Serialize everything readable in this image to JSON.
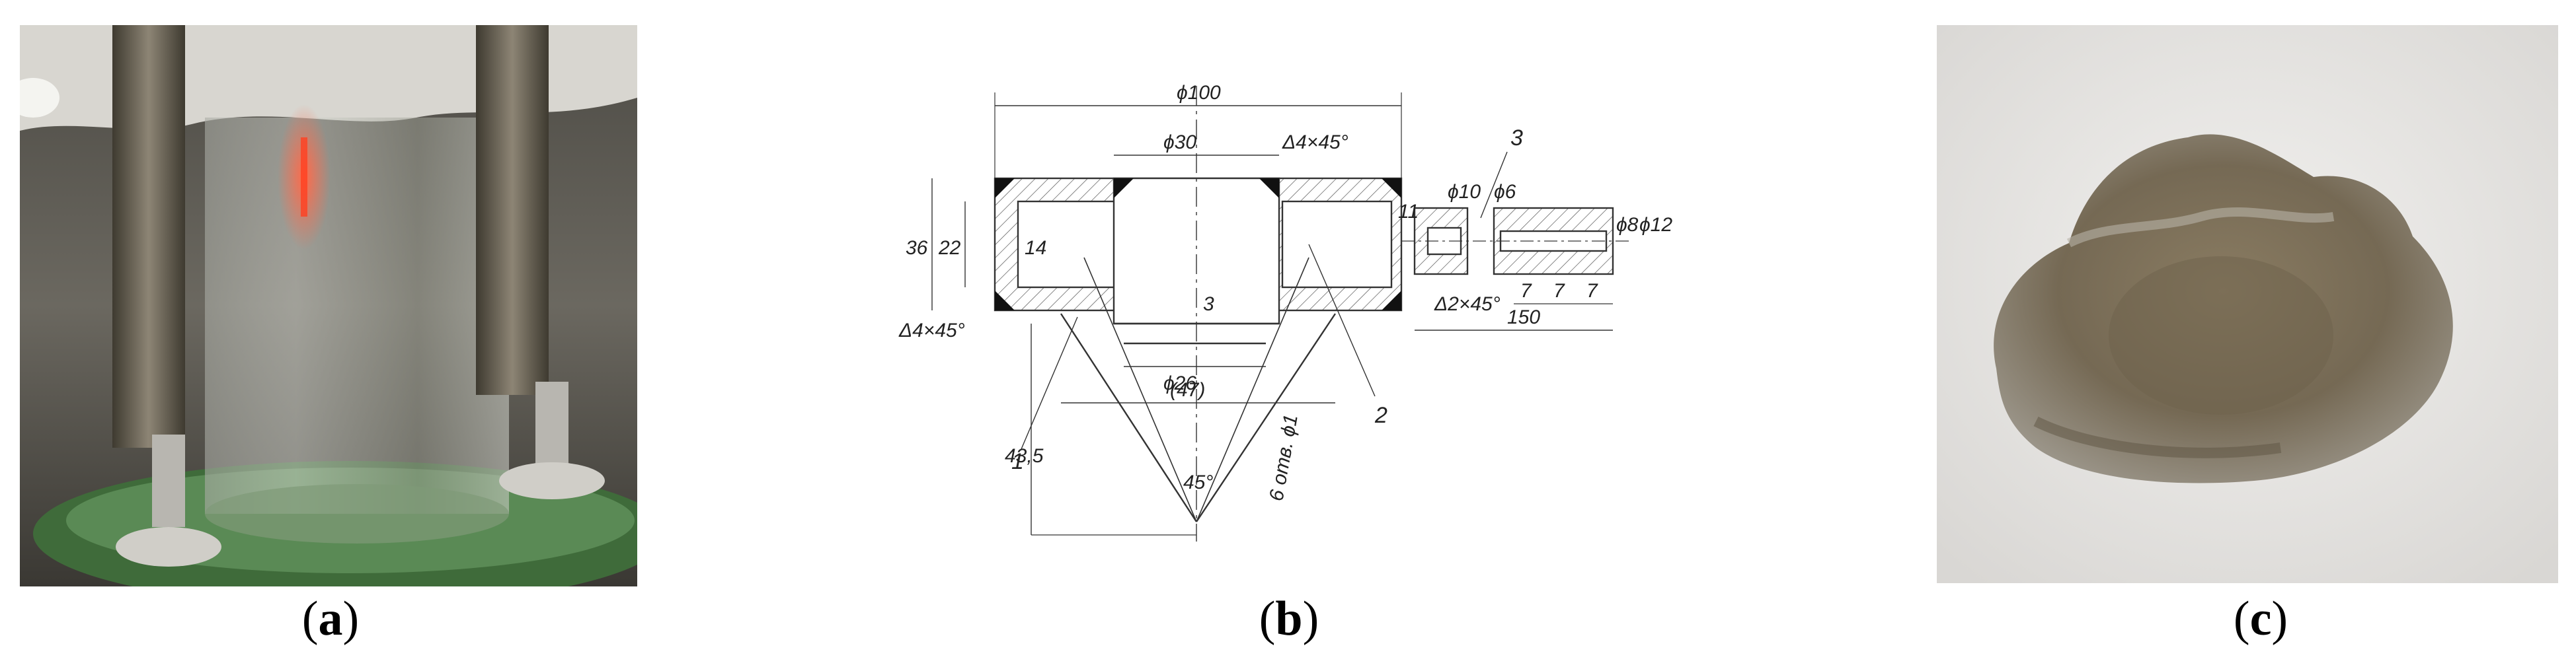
{
  "figure": {
    "panels": [
      {
        "id": "a",
        "caption_open": "(",
        "caption_letter": "a",
        "caption_close": ")",
        "content": "photo"
      },
      {
        "id": "b",
        "caption_open": "(",
        "caption_letter": "b",
        "caption_close": ")",
        "content": "technical drawing"
      },
      {
        "id": "c",
        "caption_open": "(",
        "caption_letter": "c",
        "caption_close": ")",
        "content": "photo"
      }
    ]
  },
  "drawing": {
    "dims": {
      "d100": "ϕ100",
      "d30": "ϕ30",
      "d26": "ϕ26",
      "chamfer1": "Δ4×45°",
      "chamfer2": "Δ2×45°",
      "chamfer3": "Δ4×45°",
      "d10": "ϕ10",
      "d6": "ϕ6",
      "d8": "ϕ8",
      "d12": "ϕ12",
      "h36": "36",
      "h22": "22",
      "h14": "14",
      "h11": "11",
      "h3": "3",
      "h43_5": "43,5",
      "w47": "(47)",
      "ang45": "45°",
      "len150": "150",
      "seg7a": "7",
      "seg7b": "7",
      "seg7c": "7",
      "holes": "6 отв. ϕ1"
    },
    "callouts": {
      "c1": "1",
      "c2": "2",
      "c3": "3"
    }
  },
  "colors": {
    "apparatus_green": "#3f6b3a",
    "metal": "#8c8a82",
    "powder": "#7a6d56",
    "background_c": "#e6e4e2"
  }
}
